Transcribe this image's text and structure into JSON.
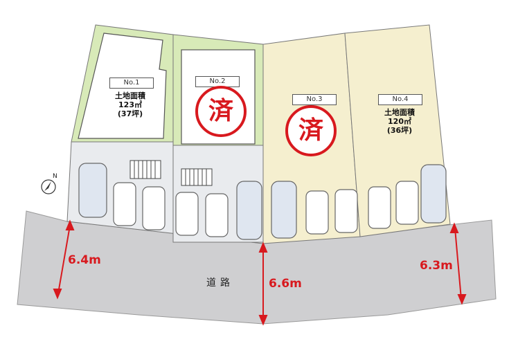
{
  "lots": [
    {
      "id": "lot-1",
      "label": "No.1",
      "area_title": "土地面積",
      "area_sqm": "123㎡",
      "area_tsubo": "(37坪)",
      "status": "",
      "fill": "#d8eab8"
    },
    {
      "id": "lot-2",
      "label": "No.2",
      "area_title": "",
      "area_sqm": "",
      "area_tsubo": "",
      "status": "済",
      "fill": "#d8eab8"
    },
    {
      "id": "lot-3",
      "label": "No.3",
      "area_title": "",
      "area_sqm": "",
      "area_tsubo": "",
      "status": "済",
      "fill": "#f5efcf"
    },
    {
      "id": "lot-4",
      "label": "No.4",
      "area_title": "土地面積",
      "area_sqm": "120㎡",
      "area_tsubo": "(36坪)",
      "status": "",
      "fill": "#f5efcf"
    }
  ],
  "road": {
    "label": "道路",
    "fill": "#cfcfd1"
  },
  "dimensions": [
    "6.4m",
    "6.6m",
    "6.3m"
  ],
  "compass": {
    "label": "N"
  },
  "colors": {
    "dimension": "#d8191e",
    "sold_stamp": "#d8191e",
    "building": "#ffffff",
    "parking": "#e9ebee"
  }
}
